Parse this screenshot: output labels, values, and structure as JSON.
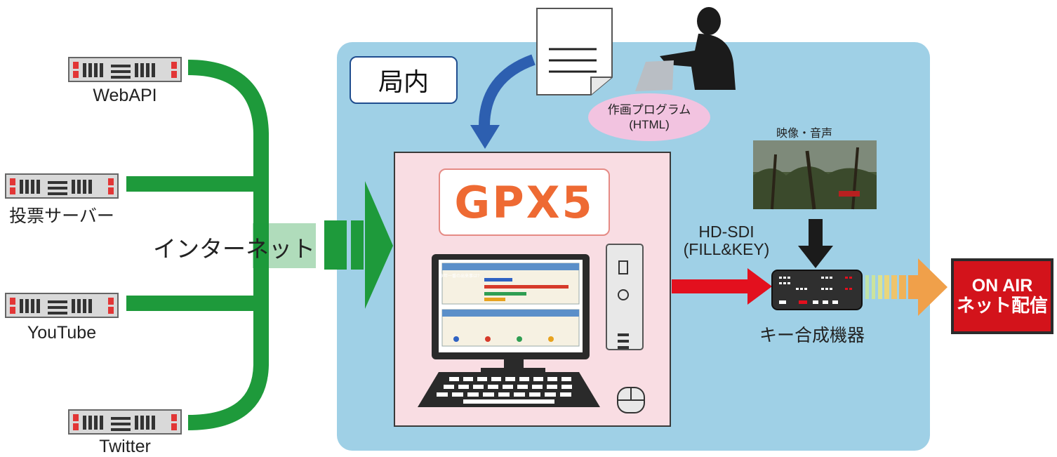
{
  "servers": [
    {
      "label": "WebAPI"
    },
    {
      "label": "投票サーバー"
    },
    {
      "label": "YouTube"
    },
    {
      "label": "Twitter"
    }
  ],
  "internet_label": "インターネット",
  "kyokunai_label": "局内",
  "program_bubble": {
    "line1": "作画プログラム",
    "line2": "(HTML)"
  },
  "gpx_logo": "GPX5",
  "video_audio_label": "映像・音声",
  "hdsdi_label": {
    "line1": "HD-SDI",
    "line2": "(FILL&KEY)"
  },
  "key_device_label": "キー合成機器",
  "onair": {
    "line1": "ON AIR",
    "line2": "ネット配信"
  },
  "screen_panel": {
    "question": "今年一番の出来事は?"
  },
  "colors": {
    "internet_green": "#1e9a3b",
    "studio_blue": "#9fd0e6",
    "gpx_pink": "#f9dde3",
    "gpx_orange": "#ee6a33",
    "signal_red": "#e3101e",
    "output_orange": "#f0a04a",
    "curve_arrow_blue": "#2d5fb0",
    "onair_red": "#d3131b"
  }
}
